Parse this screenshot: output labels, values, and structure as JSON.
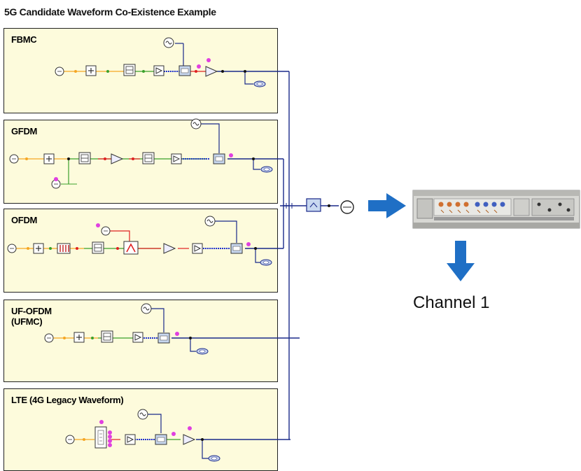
{
  "title": "5G Candidate Waveform Co-Existence Example",
  "panels": [
    {
      "label": "FBMC"
    },
    {
      "label": "GFDM"
    },
    {
      "label": "OFDM"
    },
    {
      "label": "UF-OFDM (UFMC)"
    },
    {
      "label": "LTE (4G Legacy Waveform)"
    }
  ],
  "channel_label": "Channel 1",
  "colors": {
    "panel_fill": "#fdfbdc",
    "wire": "#1a2a8a",
    "arrow": "#1f6fc5",
    "component": "#2a2a6a",
    "port_orange": "#f5a623",
    "port_green": "#3aa02a",
    "port_red": "#e02020",
    "port_magenta": "#e040e0"
  },
  "icons": [
    "source-icon",
    "summer-icon",
    "filter-icon",
    "amplifier-icon",
    "modulator-icon",
    "oscillator-icon",
    "sink-icon",
    "signal-generator-icon",
    "arrow-right-icon",
    "arrow-down-icon"
  ]
}
